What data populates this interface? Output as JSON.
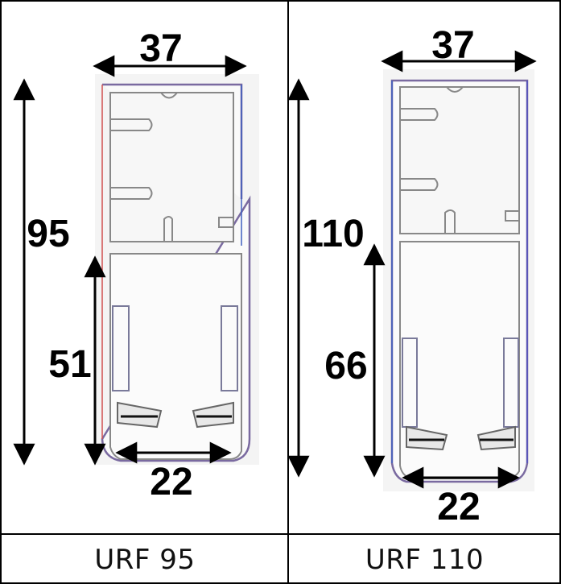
{
  "table": {
    "columns": [
      {
        "name": "URF 95",
        "dimensions": {
          "width_top": "37",
          "height_total": "95",
          "height_lower": "51",
          "width_bottom": "22"
        }
      },
      {
        "name": "URF 110",
        "dimensions": {
          "width_top": "37",
          "height_total": "110",
          "height_lower": "66",
          "width_bottom": "22"
        }
      }
    ]
  },
  "colors": {
    "border": "#000000",
    "profile_fill": "#f2f2f2",
    "profile_outline": "#6a6a8a"
  }
}
